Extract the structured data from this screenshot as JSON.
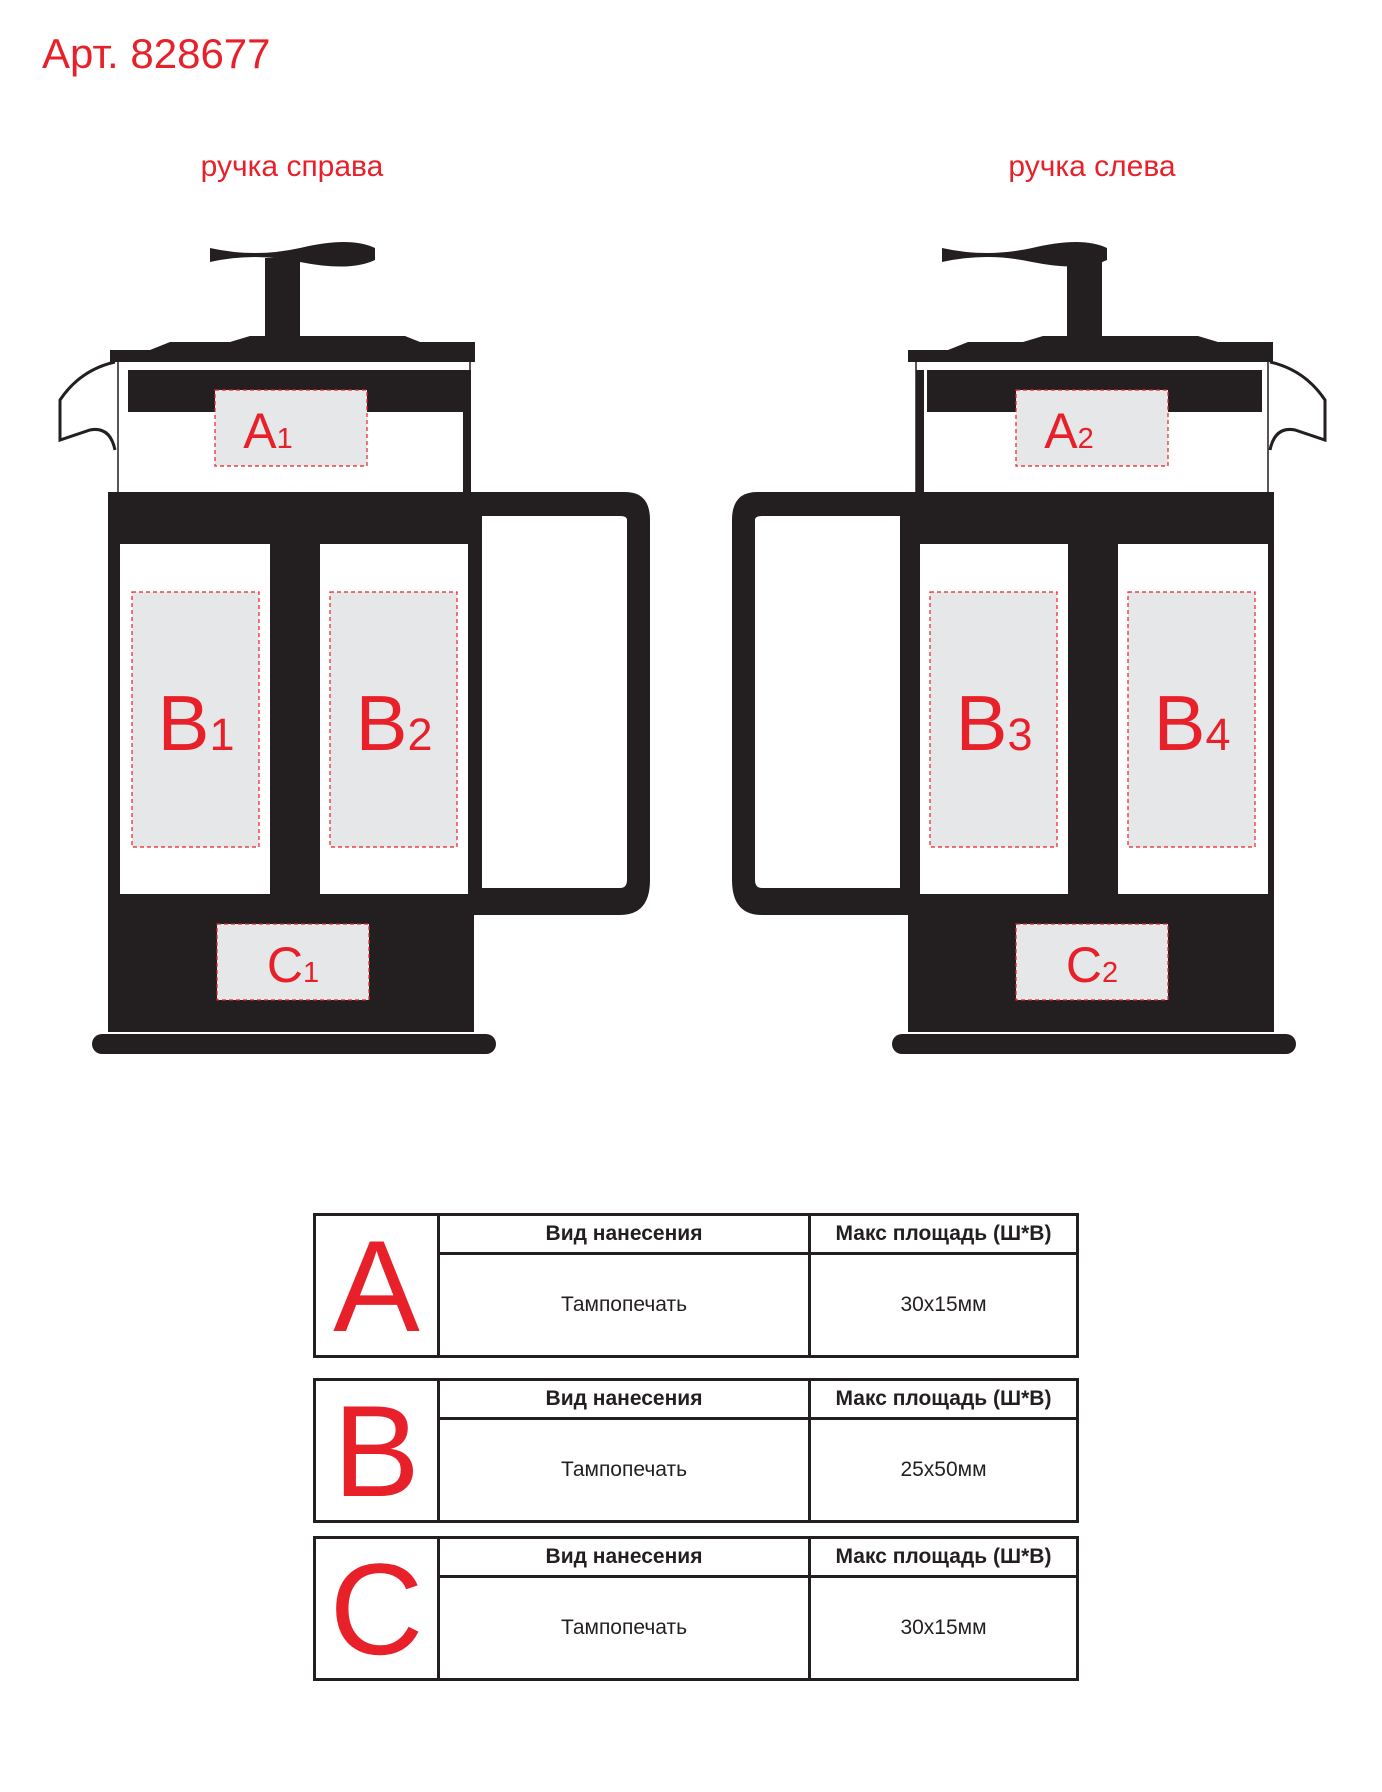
{
  "article": "Арт. 828677",
  "variants": {
    "right": {
      "title": "ручка справа",
      "zones": {
        "a": "A1",
        "b_left": "B1",
        "b_right": "B2",
        "c": "C1"
      }
    },
    "left": {
      "title": "ручка слева",
      "zones": {
        "a": "A2",
        "b_left": "B3",
        "b_right": "B4",
        "c": "C2"
      }
    }
  },
  "colors": {
    "accent": "#e8202a",
    "body": "#231f20",
    "zone_fill": "#e6e7e8",
    "zone_border": "#e8202a"
  },
  "specs": [
    {
      "letter": "A",
      "header_method": "Вид нанесения",
      "header_area": "Макс площадь (Ш*В)",
      "method": "Тампопечать",
      "area": "30x15мм"
    },
    {
      "letter": "B",
      "header_method": "Вид нанесения",
      "header_area": "Макс площадь (Ш*В)",
      "method": "Тампопечать",
      "area": "25x50мм"
    },
    {
      "letter": "C",
      "header_method": "Вид нанесения",
      "header_area": "Макс площадь (Ш*В)",
      "method": "Тампопечать",
      "area": "30x15мм"
    }
  ]
}
